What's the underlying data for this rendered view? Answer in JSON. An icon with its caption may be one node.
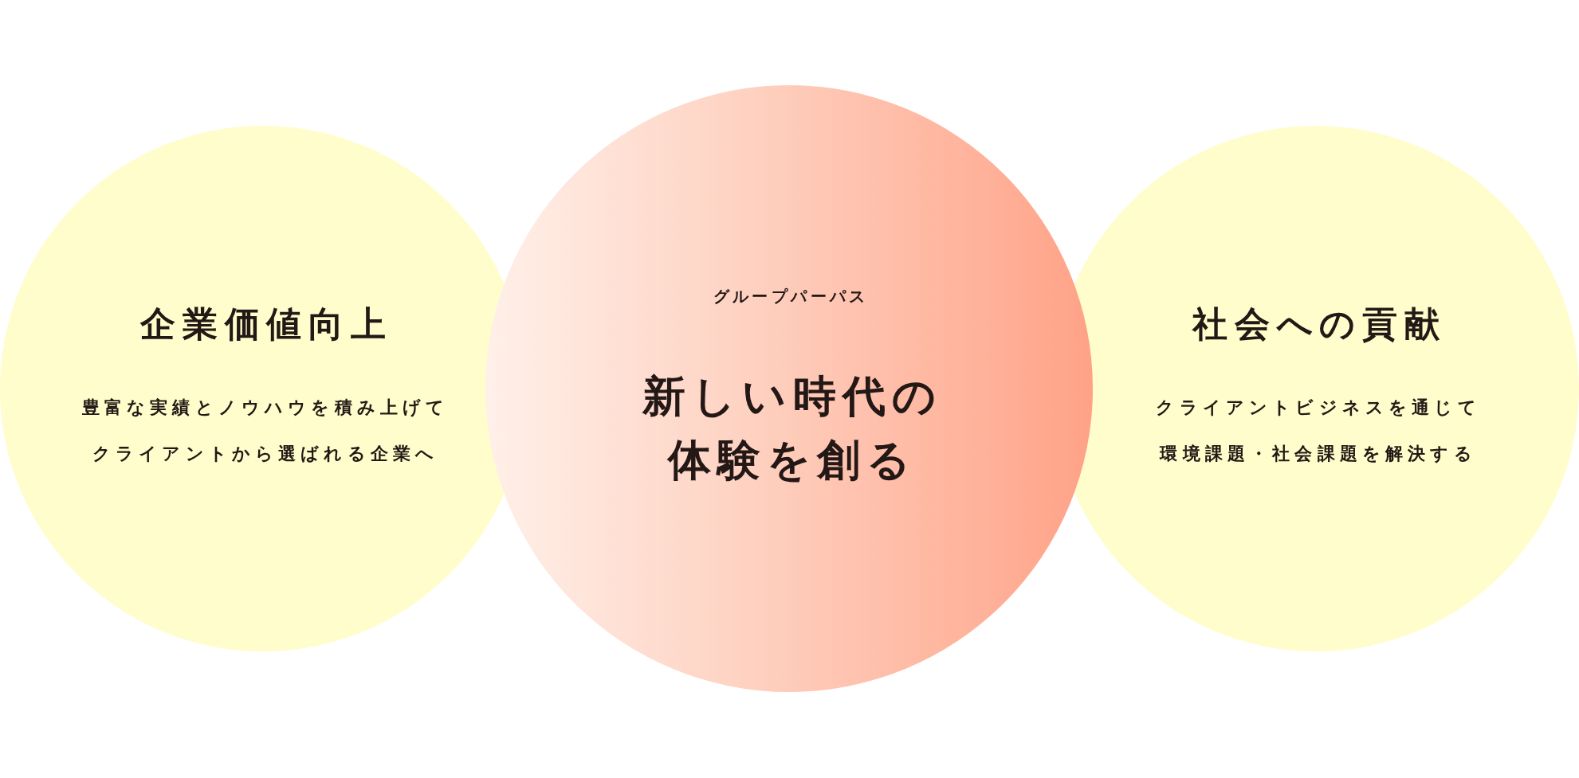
{
  "diagram": {
    "nodes": [
      {
        "text": [
          "企業価値向上",
          "豊富な実績とノウハウを積み上げてクライアントから選ばれる企業へ"
        ]
      },
      {
        "text": [
          "グループパーパス",
          "新しい時代の体験を創る"
        ]
      },
      {
        "text": [
          "社会への貢献",
          "クライアントビジネスを通じて環境課題・社会課題を解決する"
        ]
      }
    ]
  }
}
